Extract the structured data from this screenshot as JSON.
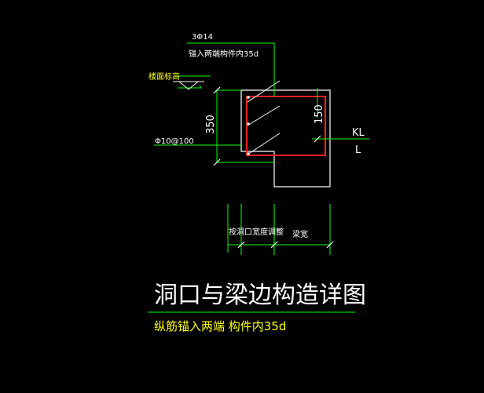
{
  "colors": {
    "background": "#000000",
    "outline": "#ffffff",
    "leader": "#00ff00",
    "rebar": "#ff2020",
    "annotation": "#ffff00",
    "title": "#ffffff",
    "subtitle": "#ffff00"
  },
  "labels": {
    "rebar_spec": "3Φ14",
    "anchor_note": "锚入两端构件内35d",
    "floor_level": "楼面标高",
    "stirrup_spec": "Φ10@100",
    "dim_350": "350",
    "dim_150": "150",
    "beam_code": "KL",
    "beam_code_sub": "L",
    "opening_width_note": "按洞口宽度调整",
    "beam_width": "梁宽"
  },
  "title": {
    "main": "洞口与梁边构造详图",
    "sub": "纵筋锚入两端 构件内35d"
  }
}
